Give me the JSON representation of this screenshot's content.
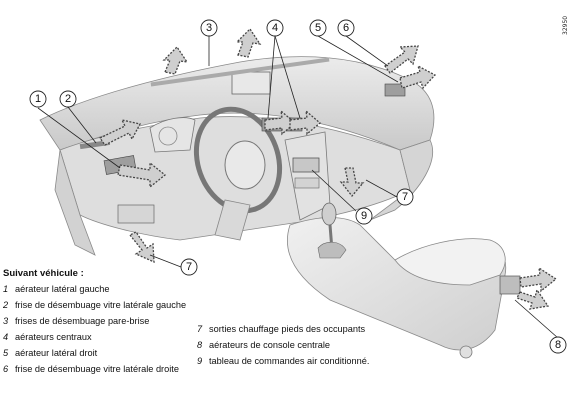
{
  "page_ref": "32950",
  "callouts": [
    "1",
    "2",
    "3",
    "4",
    "5",
    "6",
    "7",
    "7",
    "8",
    "9"
  ],
  "legend": {
    "heading": "Suivant véhicule :",
    "items": [
      {
        "num": "1",
        "text": "aérateur latéral gauche"
      },
      {
        "num": "2",
        "text": "frise de désembuage vitre latérale gauche"
      },
      {
        "num": "3",
        "text": "frises de désembuage pare-brise"
      },
      {
        "num": "4",
        "text": "aérateurs centraux"
      },
      {
        "num": "5",
        "text": "aérateur latéral droit"
      },
      {
        "num": "6",
        "text": "frise de désembuage vitre latérale droite"
      },
      {
        "num": "7",
        "text": "sorties chauffage pieds des occupants"
      },
      {
        "num": "8",
        "text": "aérateurs de console centrale"
      },
      {
        "num": "9",
        "text": "tableau de commandes air conditionné."
      }
    ]
  }
}
